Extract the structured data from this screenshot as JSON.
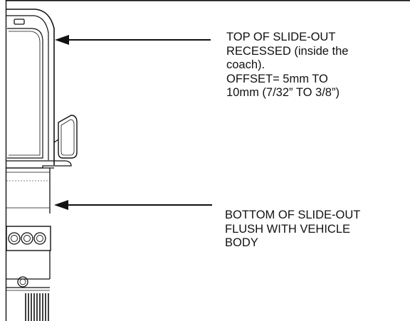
{
  "callouts": {
    "top": {
      "lines": [
        "TOP OF SLIDE-OUT",
        "RECESSED (inside the",
        "coach).",
        "OFFSET=  5mm TO",
        "10mm  (7/32” TO 3/8”)"
      ]
    },
    "bottom": {
      "lines": [
        "BOTTOM OF SLIDE-OUT",
        "FLUSH WITH VEHICLE",
        "BODY"
      ]
    }
  },
  "colors": {
    "line": "#111111",
    "background": "#ffffff"
  }
}
